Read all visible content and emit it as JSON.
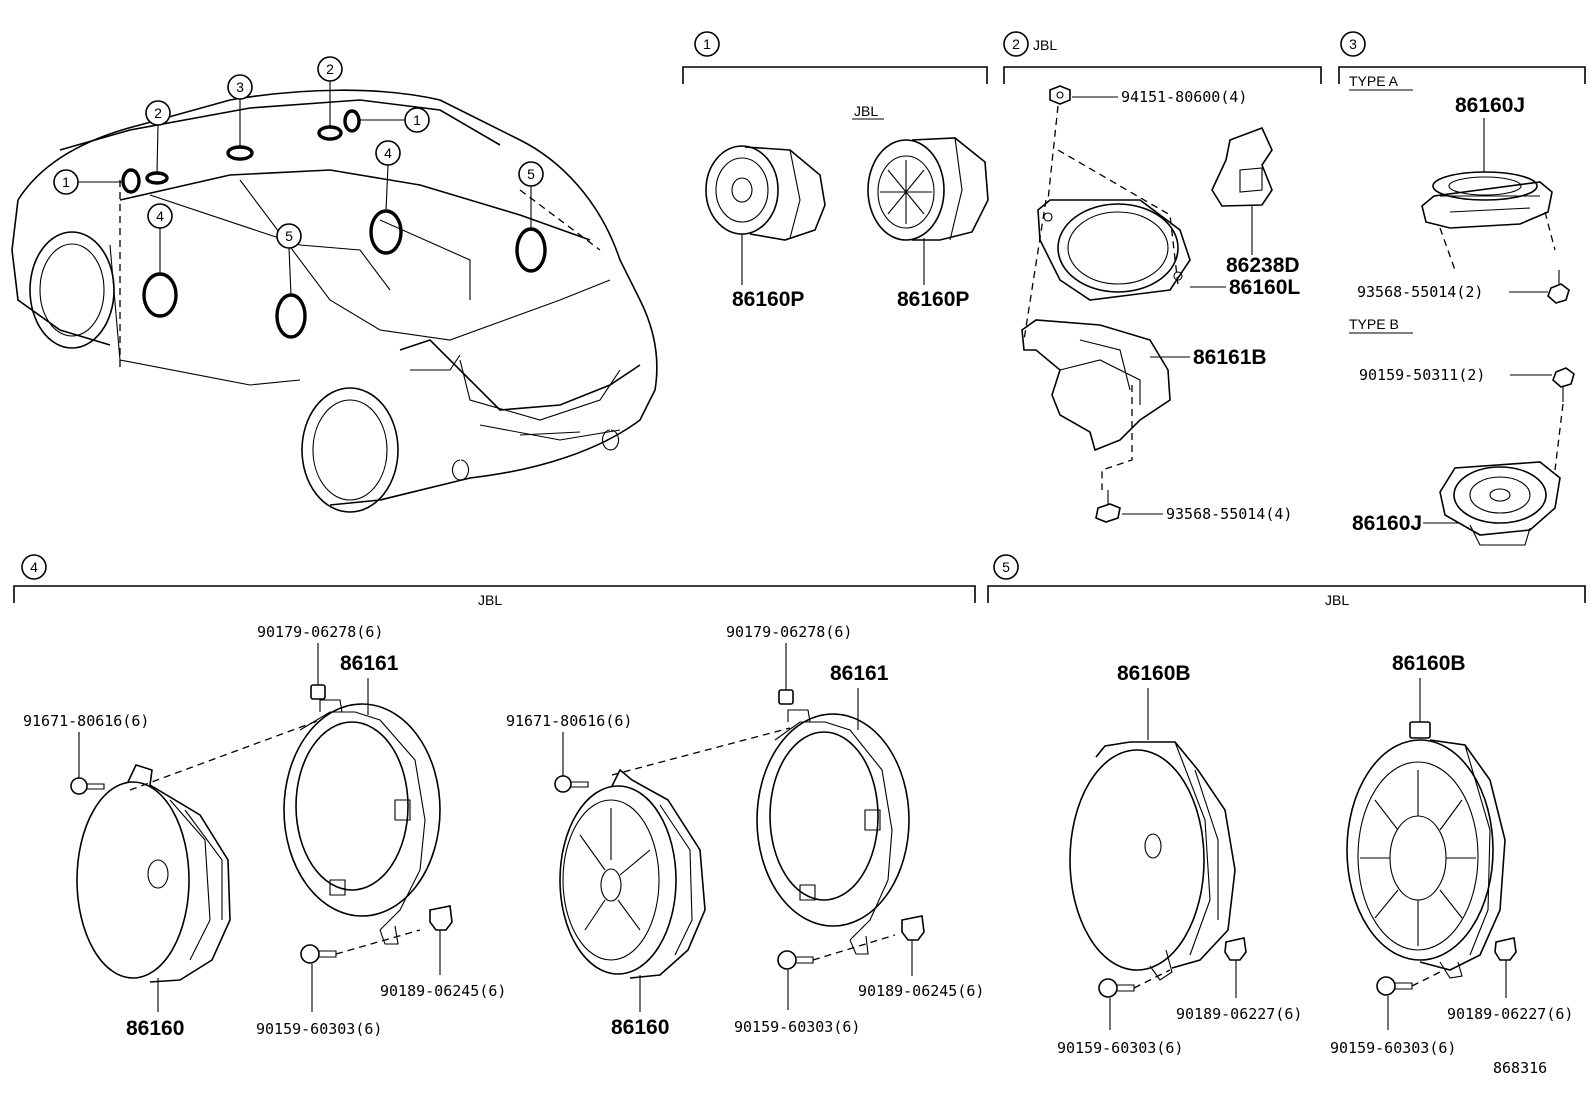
{
  "sections": {
    "s1": {
      "number": "1"
    },
    "s2": {
      "number": "2",
      "label": "JBL"
    },
    "s3": {
      "number": "3"
    },
    "s4": {
      "number": "4"
    },
    "s5": {
      "number": "5"
    }
  },
  "car_callouts": [
    "1",
    "2",
    "3",
    "2",
    "1",
    "4",
    "4",
    "5",
    "5"
  ],
  "labels": {
    "jbl": "JBL",
    "type_a": "TYPE A",
    "type_b": "TYPE B"
  },
  "parts": {
    "p86160P_a": "86160P",
    "p86160P_b": "86160P",
    "p94151": "94151-80600(4)",
    "p86238D": "86238D",
    "p86160L": "86160L",
    "p86161B": "86161B",
    "p93568_s2": "93568-55014(4)",
    "p86160J_a": "86160J",
    "p93568_s3": "93568-55014(2)",
    "p90159_50311": "90159-50311(2)",
    "p86160J_b": "86160J",
    "p90179_a": "90179-06278(6)",
    "p86161_a": "86161",
    "p91671_a": "91671-80616(6)",
    "p90189_245_a": "90189-06245(6)",
    "p86160_a": "86160",
    "p90159_603_a": "90159-60303(6)",
    "p90179_b": "90179-06278(6)",
    "p86161_b": "86161",
    "p91671_b": "91671-80616(6)",
    "p90189_245_b": "90189-06245(6)",
    "p86160_b": "86160",
    "p90159_603_b": "90159-60303(6)",
    "p86160B_a": "86160B",
    "p86160B_b": "86160B",
    "p90189_227_a": "90189-06227(6)",
    "p90189_227_b": "90189-06227(6)",
    "p90159_603_c": "90159-60303(6)",
    "p90159_603_d": "90159-60303(6)"
  },
  "diagram_id": "868316",
  "icons": [
    "car-icon",
    "tweeter-icon",
    "speaker-icon",
    "bracket-icon",
    "screw-icon",
    "clip-icon",
    "nut-icon"
  ]
}
